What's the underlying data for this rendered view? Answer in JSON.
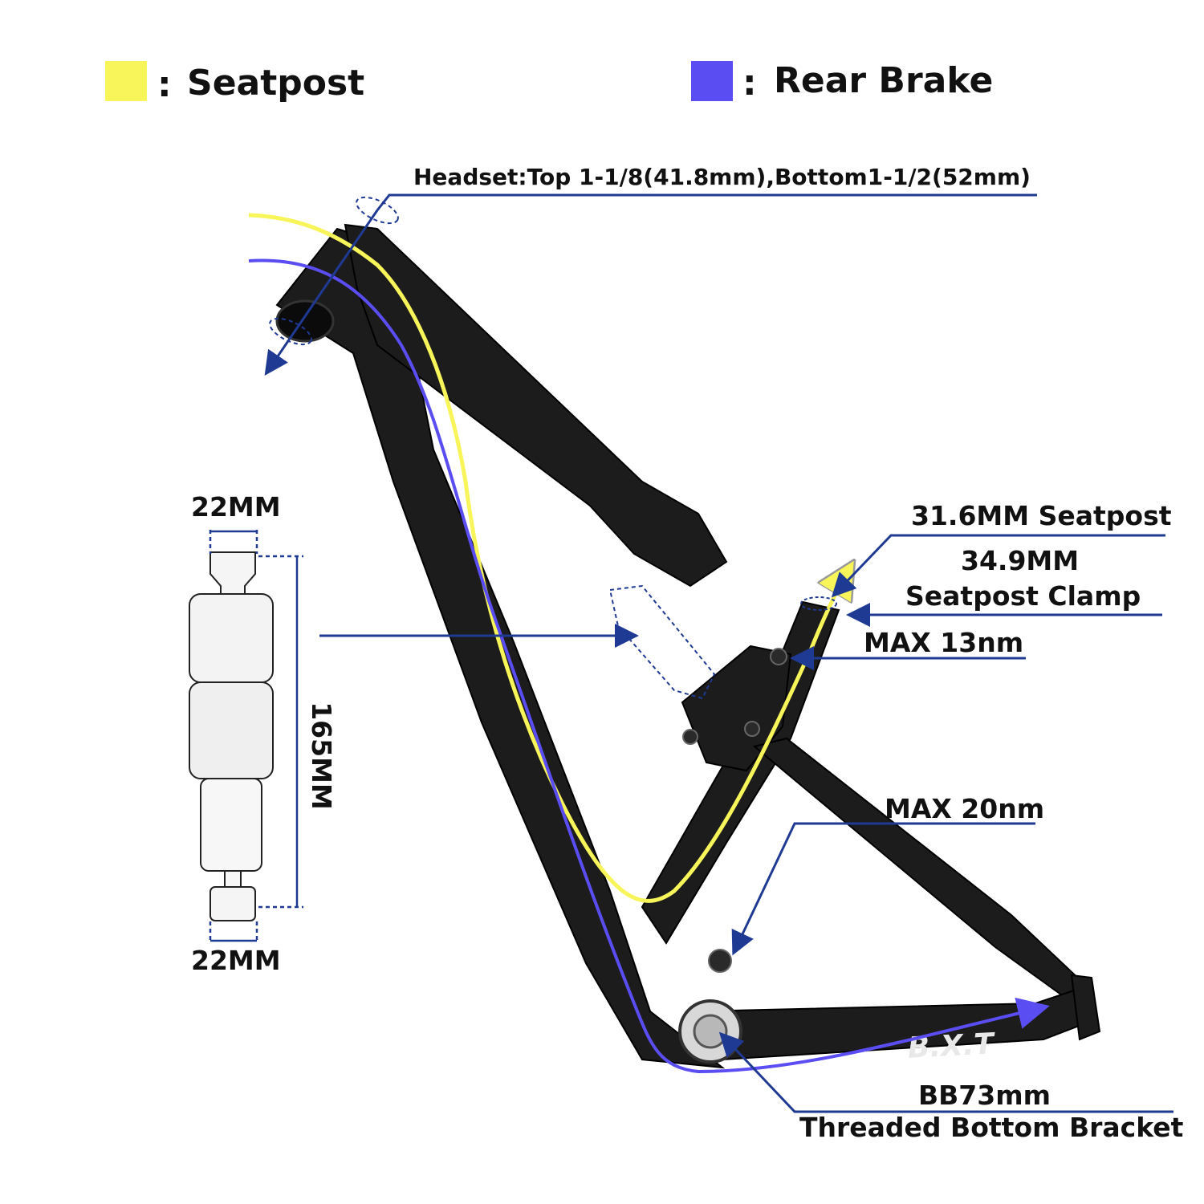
{
  "legend": {
    "seatpost": {
      "label": "Seatpost",
      "color": "#f7f55a"
    },
    "rear_brake": {
      "label": "Rear Brake",
      "color": "#5a4df2"
    }
  },
  "colon": ":",
  "callouts": {
    "headset": "Headset:Top 1-1/8(41.8mm),Bottom1-1/2(52mm)",
    "seatpost_diameter": "31.6MM Seatpost",
    "clamp_size": "34.9MM",
    "clamp_name": "Seatpost Clamp",
    "max_13": "MAX 13nm",
    "max_20": "MAX 20nm",
    "bb_size": "BB73mm",
    "bb_name": "Threaded Bottom Bracket"
  },
  "shock": {
    "top_eye": "22MM",
    "bottom_eye": "22MM",
    "length": "165MM"
  },
  "frame": {
    "logo": "B.X.T",
    "color": "#1c1c1c",
    "leader_color": "#1f3a93"
  }
}
